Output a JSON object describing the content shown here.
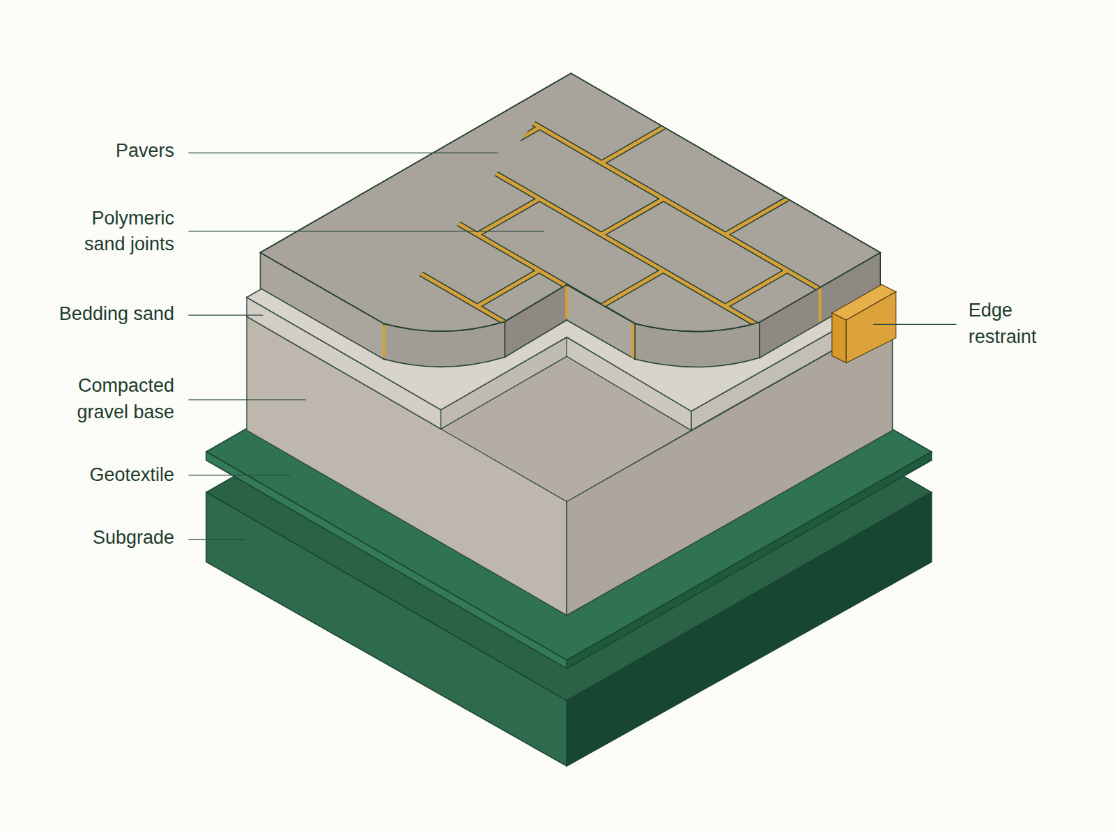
{
  "diagram": {
    "labels": [
      "Pavers",
      "Polymeric sand joints",
      "Bedding sand",
      "Compacted gravel base",
      "Geotextile",
      "Subgrade",
      "Edge restraint"
    ]
  }
}
